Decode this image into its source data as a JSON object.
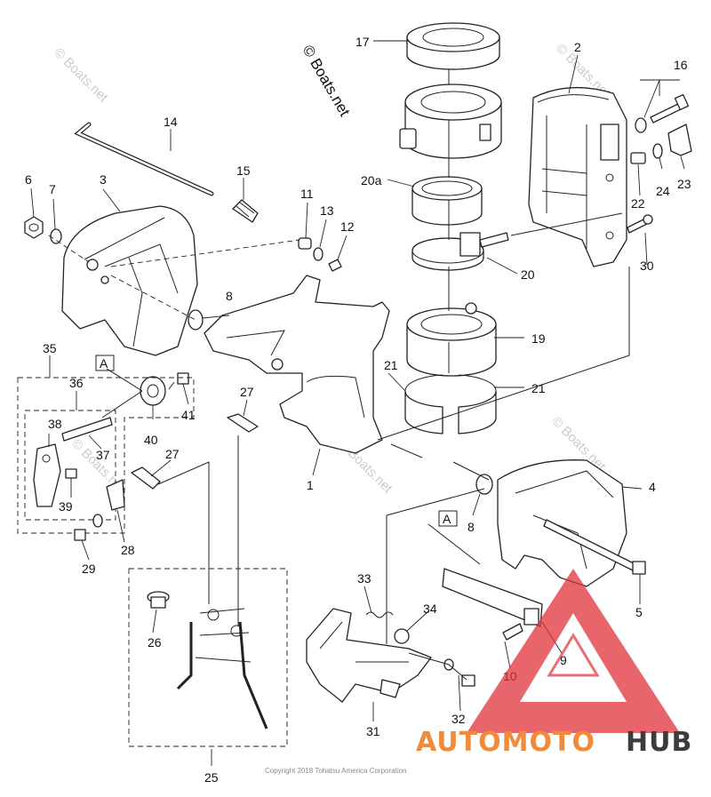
{
  "watermark": {
    "main": "© Boats.net",
    "faint": [
      "© Boats.net",
      "© Boats.net",
      "© Boats.net",
      "© Boats.net",
      "© Boats.net"
    ]
  },
  "copyright": "Copyright 2018 Tohatsu America Corporation",
  "brand": {
    "part1": "AUTOMOTO",
    "part2": "HUB",
    "accent": "#f08b3c",
    "dark": "#3c3c3c",
    "logo_red": "#e0313a"
  },
  "ref_box_label": "A",
  "callouts": [
    "17",
    "2",
    "16",
    "20a",
    "14",
    "15",
    "22",
    "24",
    "23",
    "6",
    "7",
    "3",
    "11",
    "13",
    "12",
    "20",
    "30",
    "8",
    "19",
    "35",
    "21",
    "21",
    "36",
    "41",
    "27",
    "38",
    "40",
    "37",
    "1",
    "27",
    "39",
    "4",
    "28",
    "29",
    "8",
    "5",
    "33",
    "34",
    "26",
    "9",
    "10",
    "32",
    "31",
    "25"
  ]
}
